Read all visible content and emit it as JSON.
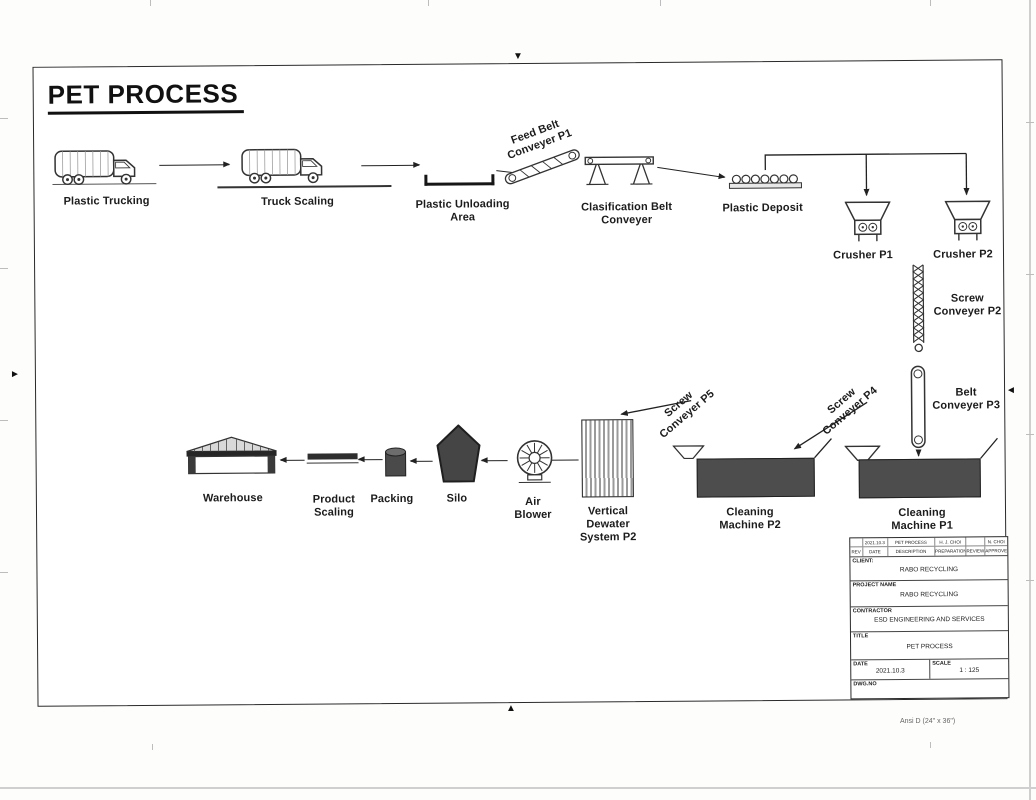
{
  "sheet": {
    "title": "PET PROCESS",
    "size_note": "Ansi D (24\" x 36\")"
  },
  "colors": {
    "ink": "#1c1c1c",
    "machine_fill": "#4d4d4d"
  },
  "nodes": {
    "plastic_trucking": {
      "label": "Plastic Trucking"
    },
    "truck_scaling": {
      "label": "Truck Scaling"
    },
    "plastic_unloading": {
      "label": "Plastic Unloading Area"
    },
    "feed_belt_p1": {
      "label": "Feed Belt Conveyer P1"
    },
    "clasification_belt": {
      "label": "Clasification Belt Conveyer"
    },
    "plastic_deposit": {
      "label": "Plastic Deposit"
    },
    "crusher_p1": {
      "label": "Crusher P1"
    },
    "crusher_p2": {
      "label": "Crusher P2"
    },
    "screw_conveyer_p2": {
      "label": "Screw Conveyer P2"
    },
    "belt_conveyer_p3": {
      "label": "Belt Conveyer P3"
    },
    "cleaning_machine_p1": {
      "label": "Cleaning Machine P1"
    },
    "screw_conveyer_p4": {
      "label": "Screw Conveyer P4"
    },
    "cleaning_machine_p2": {
      "label": "Cleaning Machine P2"
    },
    "screw_conveyer_p5": {
      "label": "Screw Conveyer P5"
    },
    "vertical_dewater_p2": {
      "label": "Vertical Dewater System P2"
    },
    "air_blower": {
      "label": "Air Blower"
    },
    "silo": {
      "label": "Silo"
    },
    "packing": {
      "label": "Packing"
    },
    "product_scaling": {
      "label": "Product Scaling"
    },
    "warehouse": {
      "label": "Warehouse"
    }
  },
  "title_block": {
    "revision": {
      "row": {
        "rev": "",
        "date": "2021.10.3",
        "description": "PET PROCESS",
        "prepared": "H. J. CHOI",
        "reviewed": "",
        "approved": "N. CHOI"
      },
      "headers": {
        "rev": "REV",
        "date": "DATE",
        "description": "DESCRIPTION",
        "prepared": "PREPARATION",
        "reviewed": "REVIEW",
        "approved": "APPROVED"
      }
    },
    "client_label": "CLIENT:",
    "client": "RABO RECYCLING",
    "project_label": "PROJECT NAME",
    "project": "RABO RECYCLING",
    "contractor_label": "CONTRACTOR",
    "contractor": "ESD ENGINEERING AND SERVICES",
    "title_label": "TITLE",
    "title": "PET PROCESS",
    "date_label": "DATE",
    "date": "2021.10.3",
    "scale_label": "SCALE",
    "scale": "1 : 125",
    "dwg_no_label": "DWG.NO"
  }
}
